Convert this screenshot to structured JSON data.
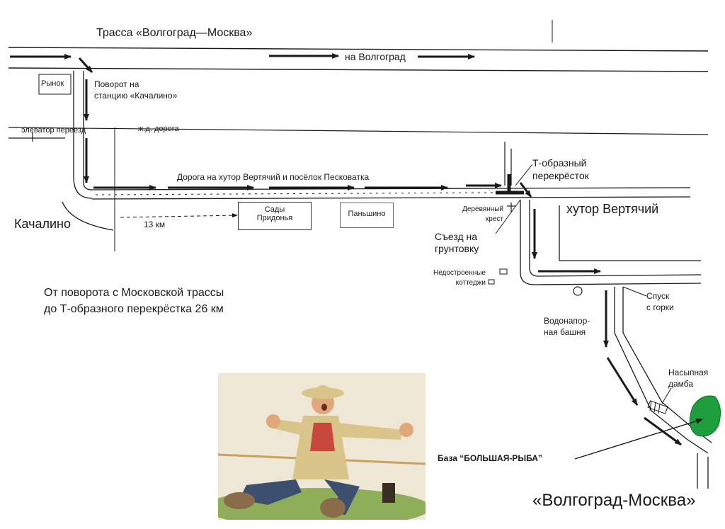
{
  "labels": {
    "highway": "Трасса «Волгоград—Москва»",
    "to_volgograd": "на Волгоград",
    "market": "Рынок",
    "turn": "Поворот на",
    "turn_station": "станцию «Качалино»",
    "elevator": "элеватор переезд",
    "railway": "ж.д. дорога",
    "road": "Дорога на хутор Вертячий и посёлок Песковатка",
    "t_junction_1": "Т-образный",
    "t_junction_2": "перекрёсток",
    "khutor": "хутор Вертячий",
    "kachalino": "Качалино",
    "km13": "13 км",
    "sady_1": "Сады",
    "sady_2": "Придонья",
    "panshino": "Паньшино",
    "cross_1": "Деревянный",
    "cross_2": "крест",
    "exit_1": "Съезд на",
    "exit_2": "грунтовку",
    "cottages_1": "Недостроенные",
    "cottages_2": "коттеджи",
    "tower_1": "Водонапор-",
    "tower_2": "ная башня",
    "descent_1": "Спуск",
    "descent_2": "с горки",
    "dam_1": "Насыпная",
    "dam_2": "дамба",
    "distance_1": "От поворота с Московской трассы",
    "distance_2": "до Т-образного перекрёстка 26 км",
    "base": "База “БОЛЬШАЯ-РЫБА”",
    "footer": "«Волгоград-Москва»"
  },
  "colors": {
    "ink": "#1a1a1a",
    "lake": "#1f9e3e",
    "hat": "#d9c48a",
    "shirt": "#c9483c",
    "pants": "#3c4f6e",
    "skin": "#e0a77a",
    "grass": "#8fae5a",
    "sky": "#efe7d6"
  }
}
